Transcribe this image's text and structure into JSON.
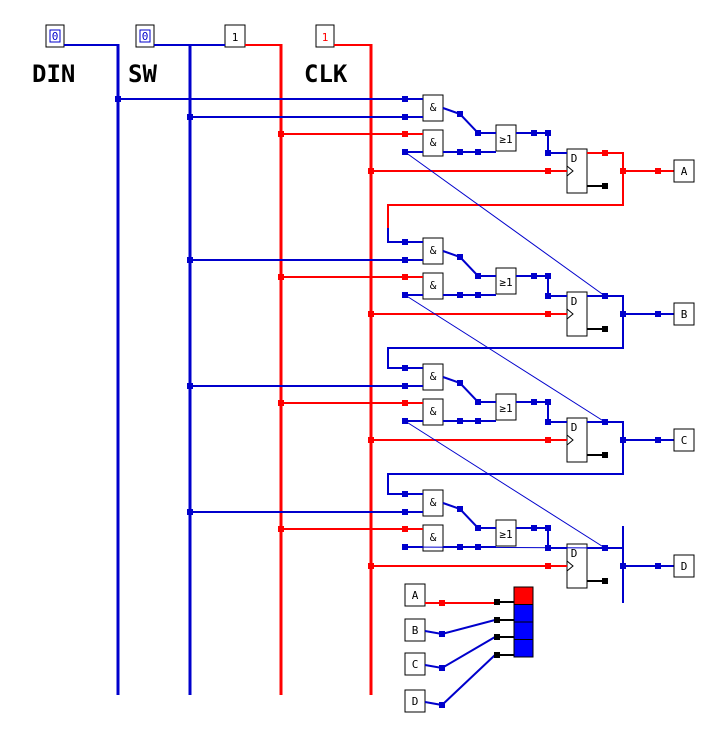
{
  "inputs": {
    "din": {
      "label": "DIN",
      "value": "0"
    },
    "sw": {
      "label": "SW",
      "value": "0"
    },
    "sw_inverter": "1",
    "clk": {
      "label": "CLK",
      "value": "1"
    }
  },
  "gates": {
    "and": "&",
    "or": "≥1"
  },
  "flipflop": {
    "d": "D"
  },
  "outputs": [
    "A",
    "B",
    "C",
    "D"
  ],
  "display": {
    "labels": [
      "A",
      "B",
      "C",
      "D"
    ],
    "states": [
      1,
      0,
      0,
      0
    ],
    "on_color": "#ff0000",
    "off_color": "#0000ff"
  },
  "colors": {
    "low": "#0000cc",
    "high": "#ff0000",
    "frame": "#000000"
  }
}
